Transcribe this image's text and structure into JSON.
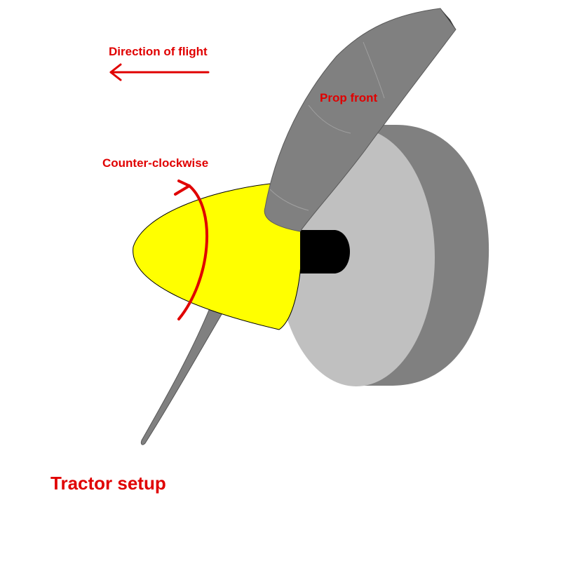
{
  "labels": {
    "direction": "Direction of flight",
    "prop_front": "Prop front",
    "rotation": "Counter-clockwise",
    "setup": "Tractor setup"
  },
  "colors": {
    "annotation": "#e00000",
    "spinner": "#ffff00",
    "blade": "#808080",
    "motor_face": "#c0c0c0",
    "motor_side": "#808080",
    "shaft": "#000000",
    "background": "#ffffff"
  },
  "icons": {
    "direction": "arrow-left-icon",
    "rotation": "curved-arrow-icon"
  }
}
